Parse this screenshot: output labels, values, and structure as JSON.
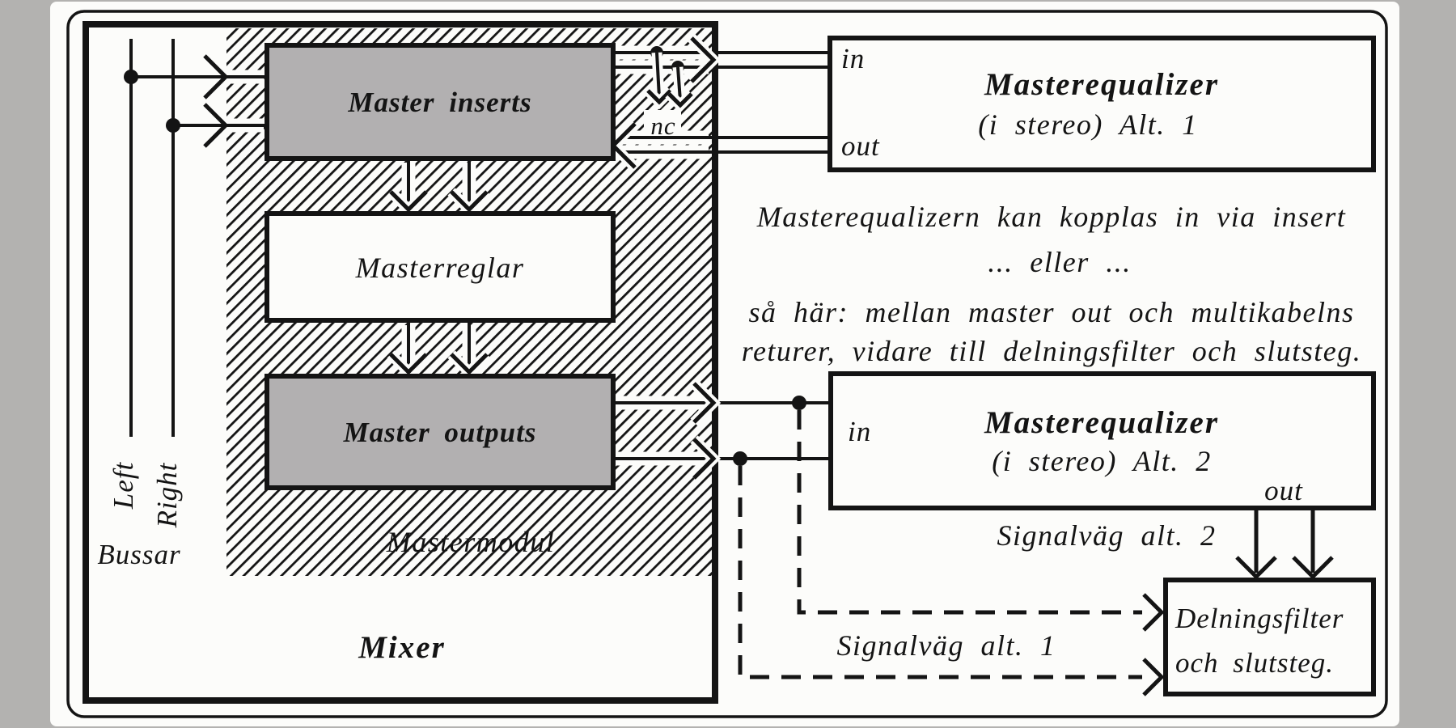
{
  "colors": {
    "page_bg": "#b3b2b0",
    "panel_bg": "#fcfcfa",
    "box_gray": "#b2b0b1",
    "ink": "#141414"
  },
  "mixer": {
    "label": "Mixer",
    "module_label": "Mastermodul"
  },
  "buses": {
    "left": "Left",
    "right": "Right",
    "group": "Bussar"
  },
  "modules": {
    "inserts": "Master inserts",
    "faders": "Masterreglar",
    "outputs": "Master outputs"
  },
  "insert_point": {
    "nc": "nc"
  },
  "eq_alt1": {
    "title": "Masterequalizer",
    "subtitle": "(i stereo) Alt. 1",
    "in_label": "in",
    "out_label": "out"
  },
  "eq_alt2": {
    "title": "Masterequalizer",
    "subtitle": "(i stereo) Alt. 2",
    "in_label": "in",
    "out_label": "out"
  },
  "note": {
    "line1": "Masterequalizern kan kopplas in via insert",
    "line2": "... eller ...",
    "line3": "så här: mellan master out och multikabelns",
    "line4": "returer, vidare till delningsfilter och slutsteg."
  },
  "signal_paths": {
    "alt2": "Signalväg alt. 2",
    "alt1": "Signalväg alt. 1"
  },
  "crossover": {
    "line1": "Delningsfilter",
    "line2": "och slutsteg."
  }
}
